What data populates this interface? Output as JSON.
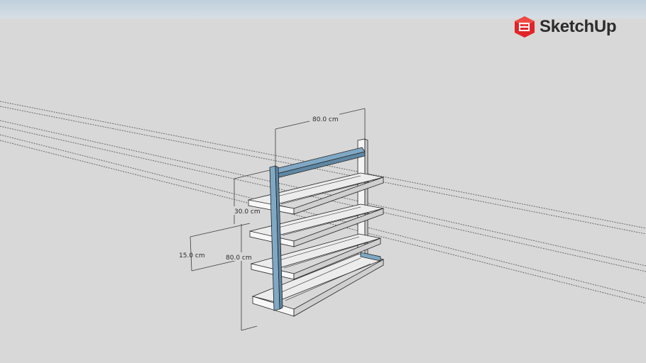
{
  "app": {
    "brand_name": "SketchUp",
    "brand_icon": "sketchup-logo-icon",
    "brand_color": "#e2232a"
  },
  "viewport": {
    "sky_color": "#c8d6e0",
    "ground_color": "#d8d8d8",
    "model": "wall-mounted cantilever rack with four shelves",
    "upright_color": "#7fa8c4",
    "arm_color": "#f2f2f2"
  },
  "dimensions": {
    "width": "80.0 cm",
    "depth": "30.0 cm",
    "spacing": "15.0 cm",
    "height": "80.0 cm"
  }
}
